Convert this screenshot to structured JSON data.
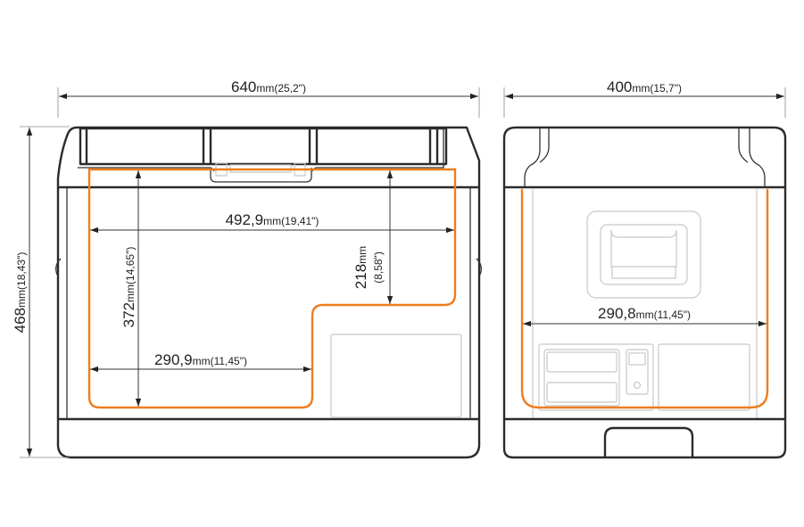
{
  "front_view": {
    "width": {
      "value": "640",
      "unit": "mm(25,2\")"
    },
    "height": {
      "value": "468",
      "unit": "mm(18,43\")"
    },
    "inner_width": {
      "value": "492,9",
      "unit": "mm(19,41\")"
    },
    "inner_height": {
      "value": "372",
      "unit": "mm(14,65\")"
    },
    "step_height": {
      "value": "218",
      "unit": "mm",
      "inch": "(8,58\")"
    },
    "lower_width": {
      "value": "290,9",
      "unit": "mm(11,45\")"
    }
  },
  "side_view": {
    "width": {
      "value": "400",
      "unit": "mm(15,7\")"
    },
    "inner_width": {
      "value": "290,8",
      "unit": "mm(11,45\")"
    }
  },
  "colors": {
    "outline": "#2b2b2b",
    "interior": "#ee7d1e",
    "detail": "#c8c8c8"
  }
}
